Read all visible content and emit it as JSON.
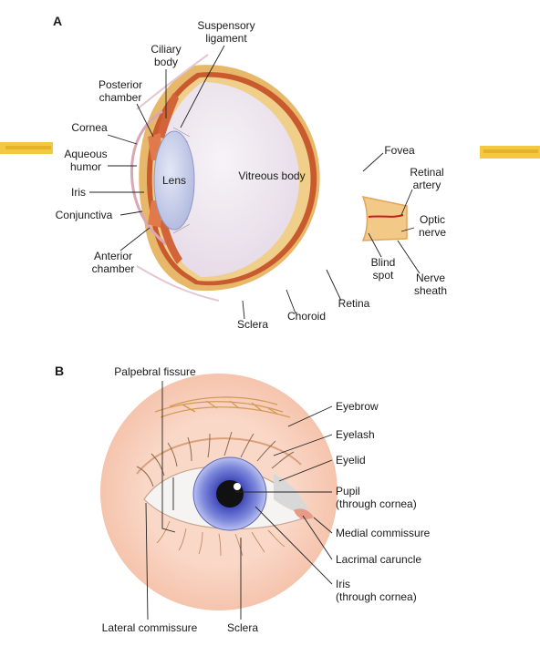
{
  "panel_a": {
    "label": "A",
    "labels": {
      "suspensory_ligament": [
        "Suspensory",
        "ligament"
      ],
      "ciliary_body": [
        "Ciliary",
        "body"
      ],
      "posterior_chamber": [
        "Posterior",
        "chamber"
      ],
      "cornea": "Cornea",
      "aqueous_humor": [
        "Aqueous",
        "humor"
      ],
      "iris": "Iris",
      "conjunctiva": "Conjunctiva",
      "anterior_chamber": [
        "Anterior",
        "chamber"
      ],
      "lens": "Lens",
      "vitreous_body": "Vitreous body",
      "fovea": "Fovea",
      "retinal_artery": [
        "Retinal",
        "artery"
      ],
      "optic_nerve": [
        "Optic",
        "nerve"
      ],
      "blind_spot": [
        "Blind",
        "spot"
      ],
      "nerve_sheath": [
        "Nerve",
        "sheath"
      ],
      "retina": "Retina",
      "choroid": "Choroid",
      "sclera": "Sclera"
    }
  },
  "panel_b": {
    "label": "B",
    "labels": {
      "palpebral_fissure": "Palpebral fissure",
      "eyebrow": "Eyebrow",
      "eyelash": "Eyelash",
      "eyelid": "Eyelid",
      "pupil": [
        "Pupil",
        "(through cornea)"
      ],
      "medial_commissure": "Medial commissure",
      "lacrimal_caruncle": "Lacrimal caruncle",
      "iris": [
        "Iris",
        "(through cornea)"
      ],
      "lateral_commissure": "Lateral commissure",
      "sclera": "Sclera"
    }
  },
  "colors": {
    "sclera_band": "#e8b86a",
    "choroid_band": "#c85a2e",
    "vitreous": "#efe8f0",
    "lens": "#c9cfe8",
    "skin": "#f9d2c0",
    "iris": "#6f7ad6",
    "eyebrow": "#d8a05a",
    "side_bars": "#f2c22e"
  }
}
